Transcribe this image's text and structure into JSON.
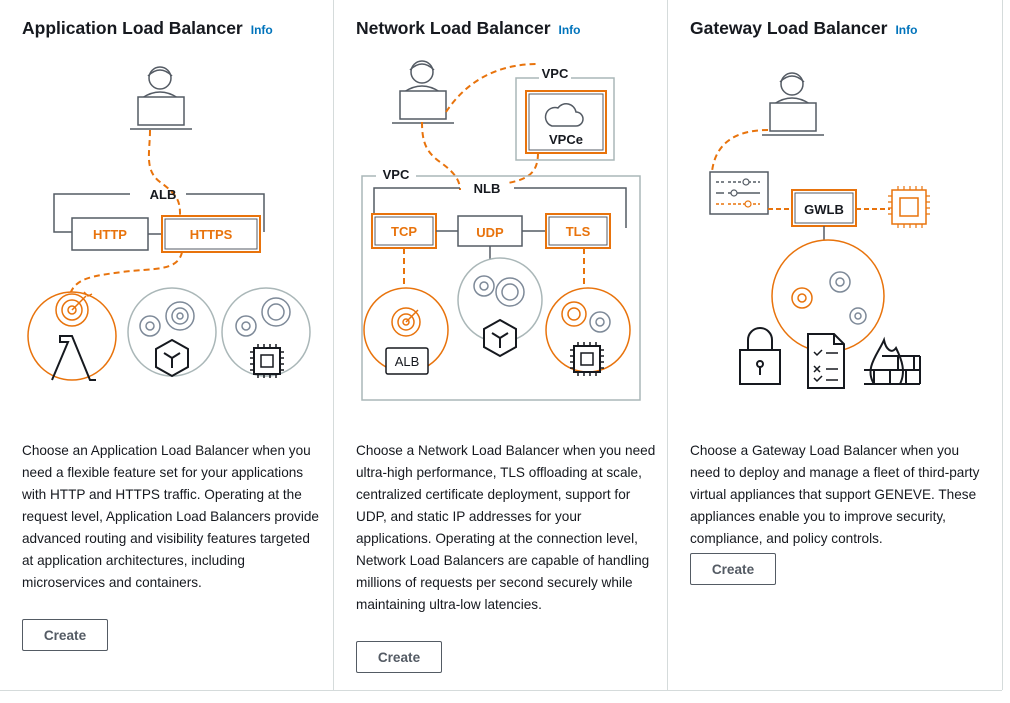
{
  "cards": [
    {
      "title": "Application Load Balancer",
      "info": "Info",
      "description": "Choose an Application Load Balancer when you need a flexible feature set for your applications with HTTP and HTTPS traffic. Operating at the request level, Application Load Balancers provide advanced routing and visibility features targeted at application architectures, including microservices and containers.",
      "create_label": "Create",
      "diagram": {
        "group_label": "ALB",
        "listeners": [
          "HTTP",
          "HTTPS"
        ]
      }
    },
    {
      "title": "Network Load Balancer",
      "info": "Info",
      "description": "Choose a Network Load Balancer when you need ultra-high performance, TLS offloading at scale, centralized certificate deployment, support for UDP, and static IP addresses for your applications. Operating at the connection level, Network Load Balancers are capable of handling millions of requests per second securely while maintaining ultra-low latencies.",
      "create_label": "Create",
      "diagram": {
        "vpc_label": "VPC",
        "vpc_outer_label": "VPC",
        "endpoint_label": "VPCe",
        "group_label": "NLB",
        "listeners": [
          "TCP",
          "UDP",
          "TLS"
        ],
        "target_label": "ALB"
      }
    },
    {
      "title": "Gateway Load Balancer",
      "info": "Info",
      "description": "Choose a Gateway Load Balancer when you need to deploy and manage a fleet of third-party virtual appliances that support GENEVE. These appliances enable you to improve security, compliance, and policy controls.",
      "create_label": "Create",
      "diagram": {
        "group_label": "GWLB"
      }
    }
  ],
  "colors": {
    "accent": "#e8730c",
    "line": "#545b64",
    "link": "#0073bb",
    "border": "#d5dbdb"
  }
}
